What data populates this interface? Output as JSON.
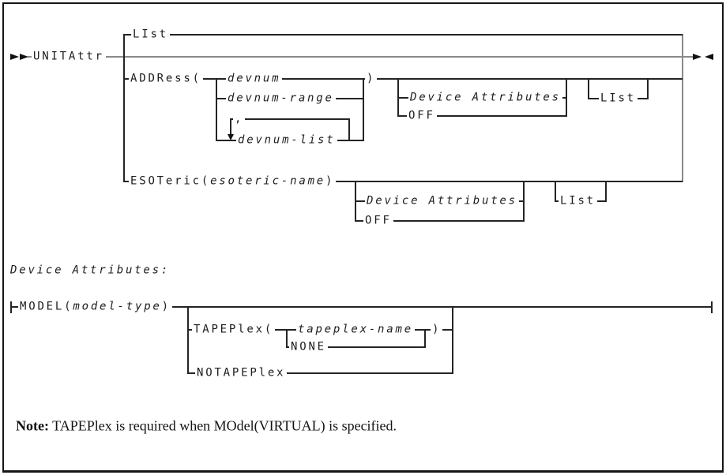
{
  "colors": {
    "line": "#242424",
    "main_rail": "#8a8a8a",
    "text": "#1c1c1c",
    "background": "#ffffff"
  },
  "railroad": {
    "start_keyword": "UNITAttr",
    "list_option": "LIst",
    "off_option": "OFF",
    "device_attributes_ref": "Device Attributes",
    "address": {
      "open": "ADDRess(",
      "devnum": "devnum",
      "devnum_range": "devnum-range",
      "separator": ",",
      "devnum_list": "devnum-list",
      "close": ")"
    },
    "esoteric": {
      "open": "ESOTeric(",
      "arg": "esoteric-name",
      "close": ")"
    }
  },
  "fragment": {
    "title": "Device Attributes:",
    "model": {
      "open": "MODEL(",
      "arg": "model-type",
      "close": ")"
    },
    "tapeplex": {
      "open": "TAPEPlex(",
      "arg": "tapeplex-name",
      "none": "NONE",
      "close": ")"
    },
    "notapeplex": "NOTAPEPlex"
  },
  "note": {
    "label": "Note:",
    "text": " TAPEPlex is required when MOdel(VIRTUAL) is specified."
  }
}
